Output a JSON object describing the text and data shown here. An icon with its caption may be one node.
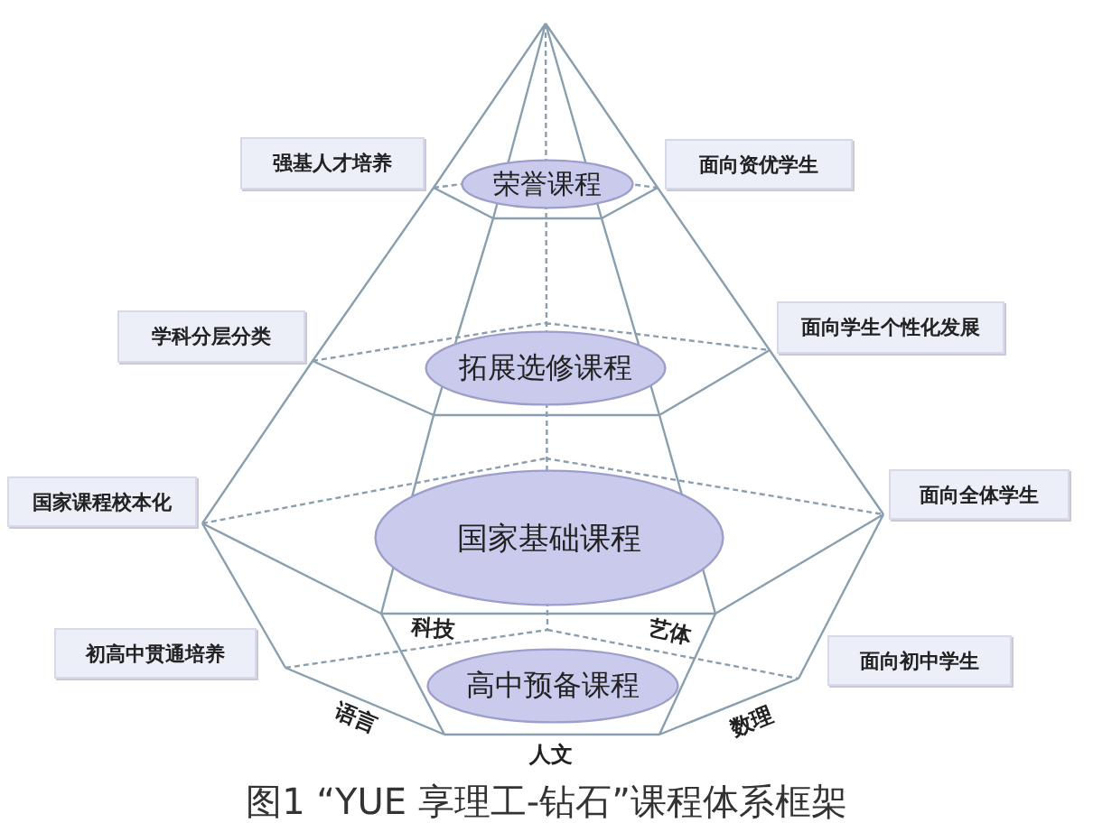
{
  "diagram": {
    "caption": "图1 “YUE 享理工-钻石”课程体系框架",
    "nodes": [
      {
        "text": [
          "强基人才培养"
        ]
      },
      {
        "text": [
          "荣誉课程"
        ]
      },
      {
        "text": [
          "面向资优学生"
        ]
      },
      {
        "text": [
          "学科分层分类"
        ]
      },
      {
        "text": [
          "拓展选修课程"
        ]
      },
      {
        "text": [
          "面向学生个性化发展"
        ]
      },
      {
        "text": [
          "国家课程校本化"
        ]
      },
      {
        "text": [
          "国家基础课程"
        ]
      },
      {
        "text": [
          "面向全体学生"
        ]
      },
      {
        "text": [
          "初高中贯通培养"
        ]
      },
      {
        "text": [
          "高中预备课程"
        ]
      },
      {
        "text": [
          "面向初中学生"
        ]
      }
    ],
    "labels": [
      "科技",
      "艺体",
      "语言",
      "数理",
      "人文"
    ]
  }
}
